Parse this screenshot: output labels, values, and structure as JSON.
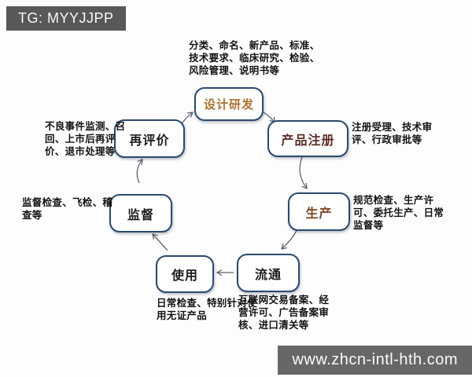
{
  "watermarks": {
    "top_left": "TG: MYYJJPP",
    "bottom_right": "www.zhcn-intl-hth.com"
  },
  "diagram": {
    "type": "cycle-flowchart",
    "nodes": [
      {
        "id": "design-rd",
        "label": "设计研发",
        "label_color": "#a9742f",
        "annotation": "分类、命名、新产品、标准、技术要求、临床研究、检验、风险管理、说明书等"
      },
      {
        "id": "registration",
        "label": "产品注册",
        "label_color": "#5d2f28",
        "annotation": "注册受理、技术审评、行政审批等"
      },
      {
        "id": "production",
        "label": "生产",
        "label_color": "#7c4426",
        "annotation": "规范检查、生产许可、委托生产、日常监督等"
      },
      {
        "id": "circulation",
        "label": "流通",
        "label_color": "#1d1d1d",
        "annotation": "互联网交易备案、经营许可、广告备案审核、进口清关等"
      },
      {
        "id": "use",
        "label": "使用",
        "label_color": "#1d1d1d",
        "annotation": "日常检查、特别针对使用无证产品"
      },
      {
        "id": "supervision",
        "label": "监督",
        "label_color": "#1d1d1d",
        "annotation": "监督检查、飞检、稽查等"
      },
      {
        "id": "reevaluation",
        "label": "再评价",
        "label_color": "#1d1d1d",
        "annotation": "不良事件监测、召回、上市后再评价、退市处理等"
      }
    ],
    "edges": [
      {
        "from": "设计研发",
        "to": "产品注册"
      },
      {
        "from": "产品注册",
        "to": "生产"
      },
      {
        "from": "生产",
        "to": "流通"
      },
      {
        "from": "流通",
        "to": "使用"
      },
      {
        "from": "使用",
        "to": "监督"
      },
      {
        "from": "监督",
        "to": "再评价"
      },
      {
        "from": "再评价",
        "to": "设计研发"
      }
    ],
    "colors": {
      "node_border": "#2a4a6e",
      "arrow": "#5a6472",
      "badge_background": "#58585a",
      "badge_text": "#fafafa"
    }
  }
}
